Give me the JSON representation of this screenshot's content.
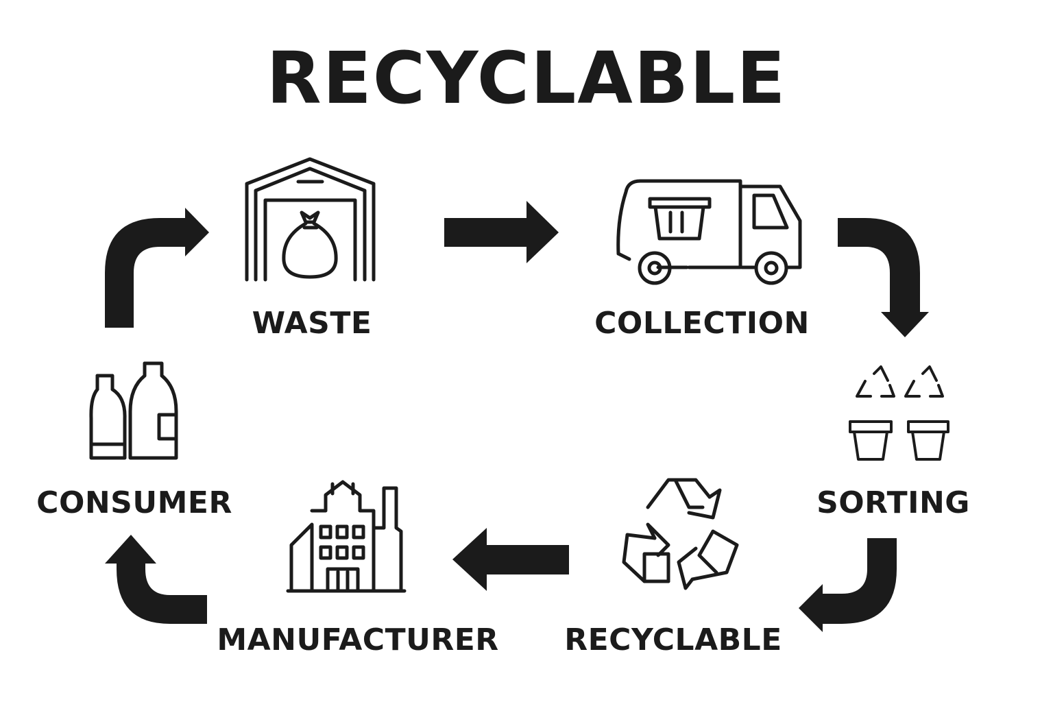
{
  "diagram": {
    "title": "RECYCLABLE",
    "stages": [
      {
        "label": "WASTE",
        "icon": "warehouse-trash-bag-icon"
      },
      {
        "label": "COLLECTION",
        "icon": "garbage-truck-icon"
      },
      {
        "label": "SORTING",
        "icon": "sorting-bins-icon"
      },
      {
        "label": "RECYCLABLE",
        "icon": "recycle-symbol-icon"
      },
      {
        "label": "MANUFACTURER",
        "icon": "factory-icon"
      },
      {
        "label": "CONSUMER",
        "icon": "bottles-icon"
      }
    ],
    "arrow_color": "#1b1b1b",
    "icon_color": "#1b1b1b",
    "background": "#ffffff"
  }
}
